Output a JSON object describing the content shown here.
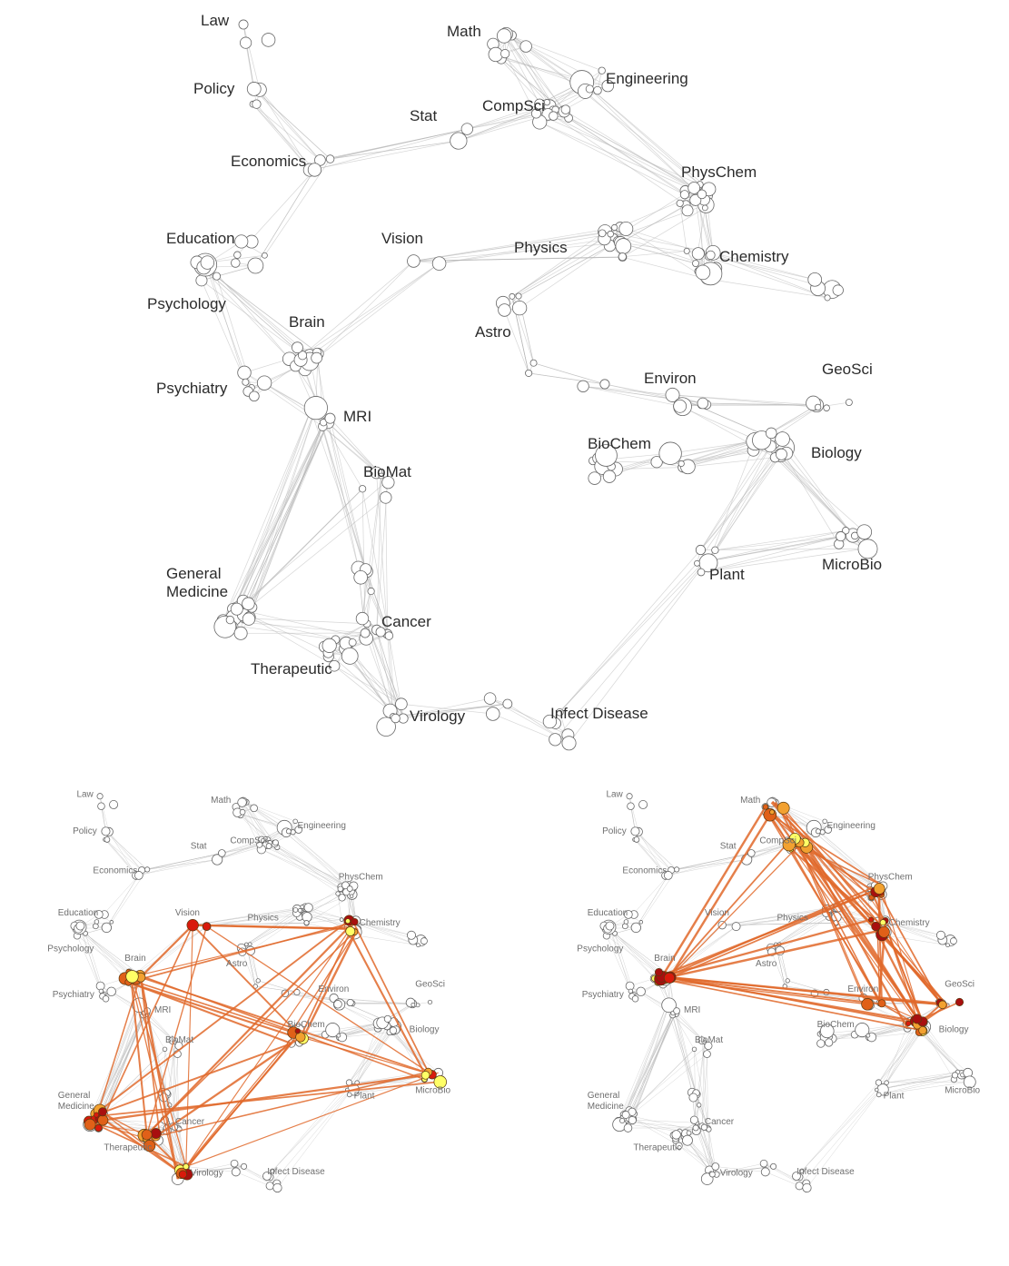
{
  "colors": {
    "edge": "#b4b4b4",
    "node_stroke": "#666666",
    "node_fill": "#ffffff",
    "hot_edge": "#e0692a",
    "activity": [
      "#ffff66",
      "#f2a130",
      "#e06018",
      "#d91a0c",
      "#a80f0f"
    ]
  },
  "fields": [
    {
      "id": "law",
      "label": "Law"
    },
    {
      "id": "policy",
      "label": "Policy"
    },
    {
      "id": "economics",
      "label": "Economics"
    },
    {
      "id": "stat",
      "label": "Stat"
    },
    {
      "id": "math",
      "label": "Math"
    },
    {
      "id": "compsci",
      "label": "CompSci"
    },
    {
      "id": "engineering",
      "label": "Engineering"
    },
    {
      "id": "physchem",
      "label": "PhysChem"
    },
    {
      "id": "chemistry",
      "label": "Chemistry"
    },
    {
      "id": "physics",
      "label": "Physics"
    },
    {
      "id": "vision",
      "label": "Vision"
    },
    {
      "id": "education",
      "label": "Education"
    },
    {
      "id": "psychology",
      "label": "Psychology"
    },
    {
      "id": "brain",
      "label": "Brain"
    },
    {
      "id": "psychiatry",
      "label": "Psychiatry"
    },
    {
      "id": "mri",
      "label": "MRI"
    },
    {
      "id": "biomat",
      "label": "BioMat"
    },
    {
      "id": "astro",
      "label": "Astro"
    },
    {
      "id": "environ",
      "label": "Environ"
    },
    {
      "id": "geosci",
      "label": "GeoSci"
    },
    {
      "id": "biochem",
      "label": "BioChem"
    },
    {
      "id": "biology",
      "label": "Biology"
    },
    {
      "id": "general_medicine",
      "label": "General",
      "label2": "Medicine"
    },
    {
      "id": "plant",
      "label": "Plant"
    },
    {
      "id": "microbio",
      "label": "MicroBio"
    },
    {
      "id": "cancer",
      "label": "Cancer"
    },
    {
      "id": "therapeutic",
      "label": "Therapeutic"
    },
    {
      "id": "virology",
      "label": "Virology"
    },
    {
      "id": "infect_disease",
      "label": "Infect Disease"
    }
  ],
  "panels": [
    {
      "id": "left",
      "hub_fields": [
        "biochem",
        "general_medicine",
        "brain",
        "chemistry",
        "vision",
        "therapeutic",
        "virology",
        "microbio"
      ]
    },
    {
      "id": "right",
      "hub_fields": [
        "chemistry",
        "physchem",
        "compsci",
        "math",
        "biology",
        "geosci",
        "environ",
        "brain"
      ]
    }
  ]
}
